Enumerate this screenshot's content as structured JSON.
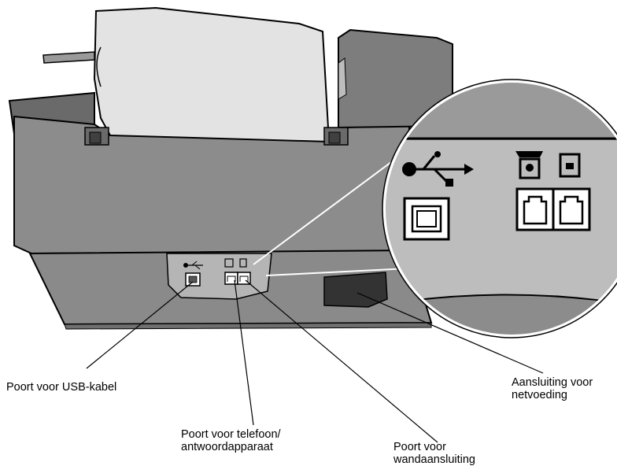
{
  "callouts": {
    "usb": {
      "lines": [
        "Poort voor USB-kabel"
      ]
    },
    "phone": {
      "lines": [
        "Poort voor telefoon/",
        "antwoordapparaat"
      ]
    },
    "wall": {
      "lines": [
        "Poort voor",
        "wandaansluiting"
      ]
    },
    "power": {
      "lines": [
        "Aansluiting voor",
        "netvoeding"
      ]
    }
  },
  "icons": [
    "usb-icon",
    "telephone-icon",
    "wall-jack-icon"
  ],
  "colors": {
    "body": "#8c8c8c",
    "shadow": "#5e5e5e",
    "paper": "#e3e3e3",
    "outline": "#000000"
  }
}
